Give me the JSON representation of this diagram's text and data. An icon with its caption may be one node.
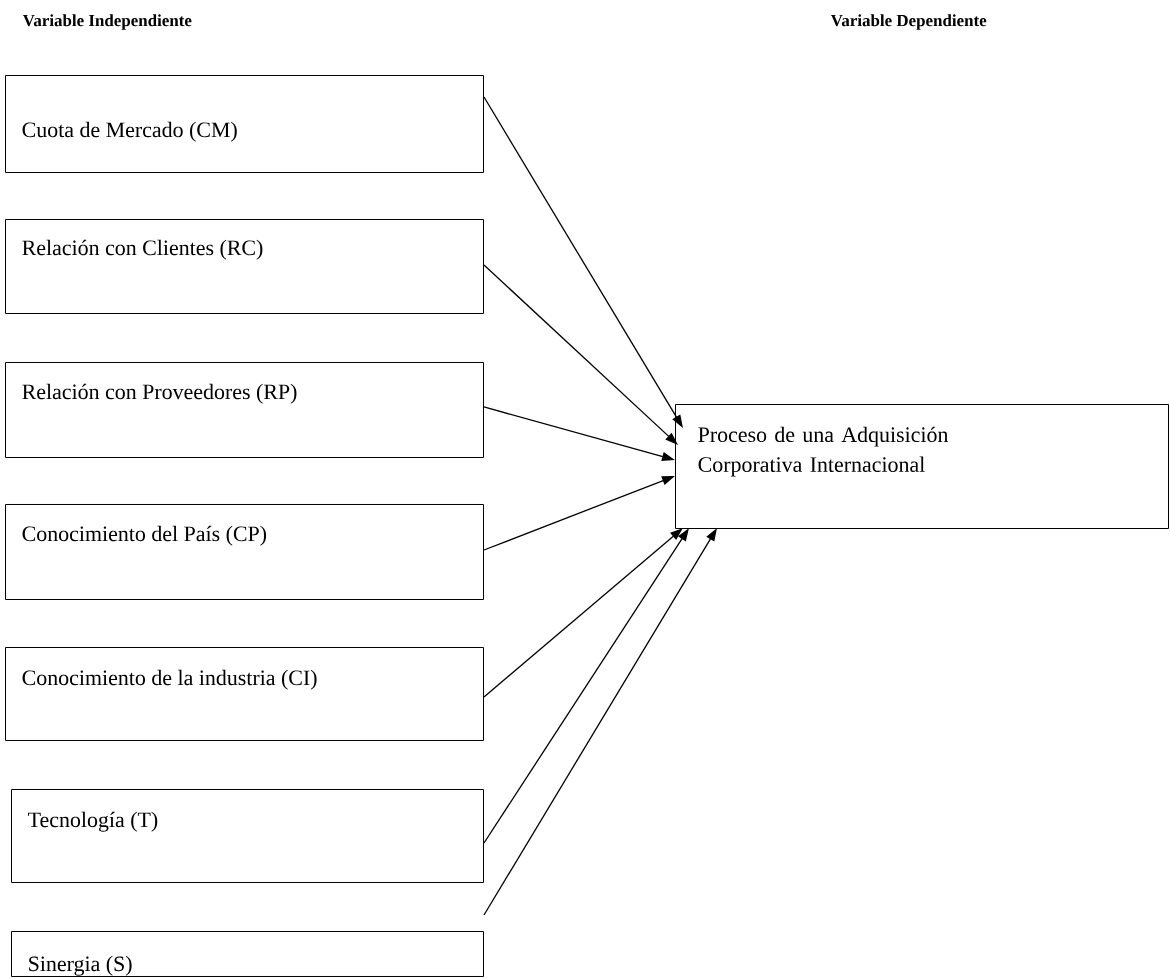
{
  "diagram": {
    "nodes": [
      {
        "text": [
          "Cuota de Mercado (CM)"
        ]
      },
      {
        "text": [
          "Relación con Clientes (RC)"
        ]
      },
      {
        "text": [
          "Relación con Proveedores (RP)"
        ]
      },
      {
        "text": [
          "Conocimiento del País (CP)"
        ]
      },
      {
        "text": [
          "Conocimiento de la industria (CI)"
        ]
      },
      {
        "text": [
          "Tecnología (T)"
        ]
      },
      {
        "text": [
          "Sinergia (S)"
        ]
      },
      {
        "text": [
          "Proceso de una Adquisición Corporativa Internacional"
        ]
      }
    ],
    "edges": [
      {
        "from": 0,
        "to": 7,
        "arrow": "to"
      },
      {
        "from": 1,
        "to": 7,
        "arrow": "to"
      },
      {
        "from": 2,
        "to": 7,
        "arrow": "to"
      },
      {
        "from": 3,
        "to": 7,
        "arrow": "to"
      },
      {
        "from": 4,
        "to": 7,
        "arrow": "to"
      },
      {
        "from": 5,
        "to": 7,
        "arrow": "to"
      },
      {
        "from": 6,
        "to": 7,
        "arrow": "to"
      }
    ],
    "labels": [
      "Variable Independiente",
      "Variable Dependiente"
    ]
  }
}
